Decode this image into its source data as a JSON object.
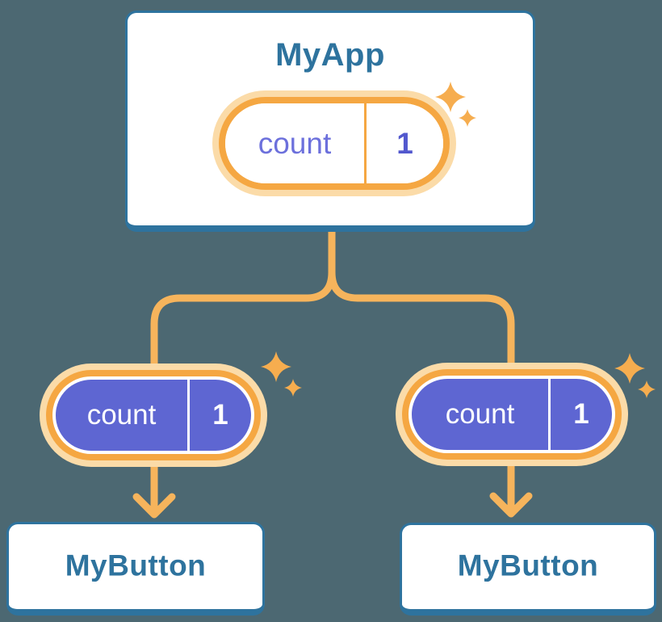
{
  "diagram": {
    "description": "React component tree showing state passed from parent to children",
    "background_color": "#4C6872",
    "card_border_color": "#2E739E",
    "card_text_color": "#2E739E",
    "connector_color": "#F6B45C",
    "pill_ring_color": "#F5A742",
    "pill_halo_color": "#FBDBA8",
    "pill_fill_purple": "#5E66D2",
    "pill_label_color_light": "#6C70DC",
    "pill_value_color_light": "#5258CE",
    "sparkle_color": "#F6AD4F",
    "root": {
      "title": "MyApp",
      "state": {
        "label": "count",
        "value": "1"
      }
    },
    "children": [
      {
        "title": "MyButton",
        "state": {
          "label": "count",
          "value": "1"
        }
      },
      {
        "title": "MyButton",
        "state": {
          "label": "count",
          "value": "1"
        }
      }
    ]
  }
}
